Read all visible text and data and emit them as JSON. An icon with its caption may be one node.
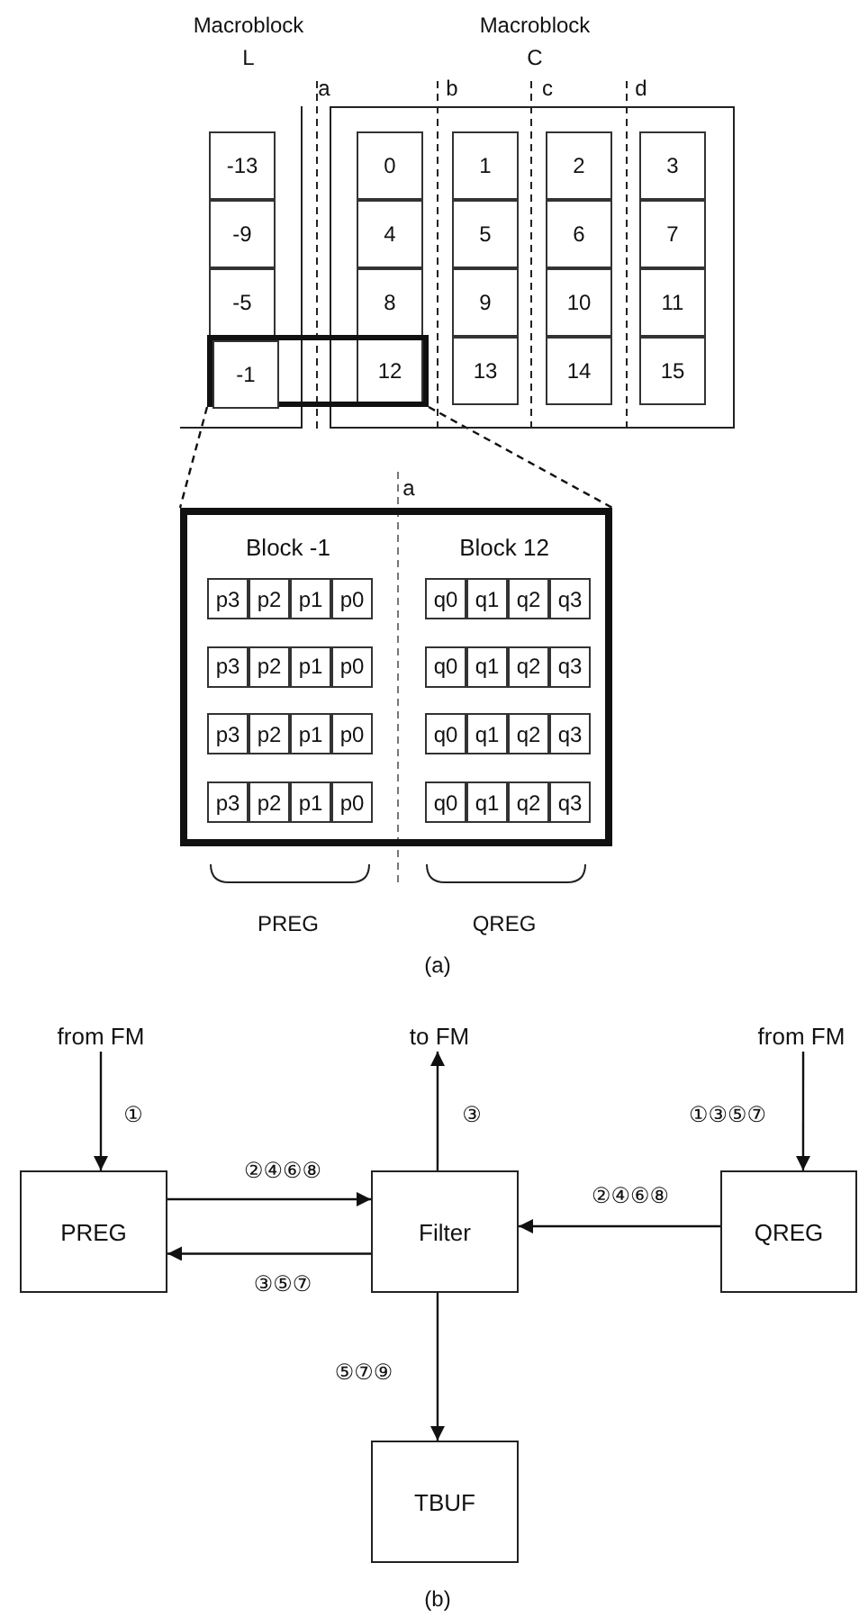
{
  "diagram": {
    "nodes": [
      {
        "text": [
          "Macroblock L"
        ]
      },
      {
        "text": [
          "-13"
        ],
        "in": 0
      },
      {
        "text": [
          "-9"
        ],
        "in": 0
      },
      {
        "text": [
          "-5"
        ],
        "in": 0
      },
      {
        "text": [
          "-1"
        ],
        "in": 22
      },
      {
        "text": [
          "Macroblock C"
        ]
      },
      {
        "text": [
          "0"
        ],
        "in": 5
      },
      {
        "text": [
          "1"
        ],
        "in": 5
      },
      {
        "text": [
          "2"
        ],
        "in": 5
      },
      {
        "text": [
          "3"
        ],
        "in": 5
      },
      {
        "text": [
          "4"
        ],
        "in": 5
      },
      {
        "text": [
          "5"
        ],
        "in": 5
      },
      {
        "text": [
          "6"
        ],
        "in": 5
      },
      {
        "text": [
          "7"
        ],
        "in": 5
      },
      {
        "text": [
          "8"
        ],
        "in": 5
      },
      {
        "text": [
          "9"
        ],
        "in": 5
      },
      {
        "text": [
          "10"
        ],
        "in": 5
      },
      {
        "text": [
          "11"
        ],
        "in": 5
      },
      {
        "text": [
          "12"
        ]
      },
      {
        "text": [
          "13"
        ],
        "in": 5
      },
      {
        "text": [
          "14"
        ],
        "in": 5
      },
      {
        "text": [
          "15"
        ],
        "in": 5
      },
      {
        "text": [],
        "shape": "box"
      },
      {
        "text": [
          "Block -1",
          "Block 12"
        ]
      },
      {
        "text": [
          "p3"
        ],
        "in": 23
      },
      {
        "text": [
          "p2"
        ],
        "in": 23
      },
      {
        "text": [
          "p1"
        ],
        "in": 23
      },
      {
        "text": [
          "p0"
        ],
        "in": 23
      },
      {
        "text": [
          "q0"
        ],
        "in": 23
      },
      {
        "text": [
          "q1"
        ],
        "in": 23
      },
      {
        "text": [
          "q2"
        ],
        "in": 23
      },
      {
        "text": [
          "q3"
        ],
        "in": 23
      },
      {
        "text": [
          "p3"
        ],
        "in": 23
      },
      {
        "text": [
          "p2"
        ],
        "in": 23
      },
      {
        "text": [
          "p1"
        ],
        "in": 23
      },
      {
        "text": [
          "p0"
        ],
        "in": 23
      },
      {
        "text": [
          "q0"
        ],
        "in": 23
      },
      {
        "text": [
          "q1"
        ],
        "in": 23
      },
      {
        "text": [
          "q2"
        ],
        "in": 23
      },
      {
        "text": [
          "q3"
        ],
        "in": 23
      },
      {
        "text": [
          "p3"
        ],
        "in": 23
      },
      {
        "text": [
          "p2"
        ],
        "in": 23
      },
      {
        "text": [
          "p1"
        ],
        "in": 23
      },
      {
        "text": [
          "p0"
        ],
        "in": 23
      },
      {
        "text": [
          "q0"
        ],
        "in": 23
      },
      {
        "text": [
          "q1"
        ],
        "in": 23
      },
      {
        "text": [
          "q2"
        ],
        "in": 23
      },
      {
        "text": [
          "q3"
        ],
        "in": 23
      },
      {
        "text": [
          "p3"
        ],
        "in": 23
      },
      {
        "text": [
          "p2"
        ],
        "in": 23
      },
      {
        "text": [
          "p1"
        ],
        "in": 23
      },
      {
        "text": [
          "p0"
        ],
        "in": 23
      },
      {
        "text": [
          "q0"
        ],
        "in": 23
      },
      {
        "text": [
          "q1"
        ],
        "in": 23
      },
      {
        "text": [
          "q2"
        ],
        "in": 23
      },
      {
        "text": [
          "q3"
        ],
        "in": 23
      },
      {
        "text": [
          "from FM"
        ]
      },
      {
        "text": [
          "to FM"
        ]
      },
      {
        "text": [
          "from FM"
        ]
      },
      {
        "text": [
          "PREG"
        ]
      },
      {
        "text": [
          "Filter"
        ]
      },
      {
        "text": [
          "QREG"
        ]
      },
      {
        "text": [
          "TBUF"
        ]
      }
    ],
    "edges": [
      {
        "from": 22,
        "to": 23,
        "arrow": "none",
        "style": "dashed"
      },
      {
        "from": 22,
        "to": 23,
        "arrow": "none",
        "style": "dashed"
      },
      {
        "from": 56,
        "to": 59,
        "arrow": "to",
        "label": "①"
      },
      {
        "from": 59,
        "to": 60,
        "arrow": "to",
        "label": "②④⑥⑧"
      },
      {
        "from": 60,
        "to": 59,
        "arrow": "to",
        "label": "③⑤⑦"
      },
      {
        "from": 60,
        "to": 57,
        "arrow": "to",
        "label": "③"
      },
      {
        "from": 58,
        "to": 61,
        "arrow": "to",
        "label": "①③⑤⑦"
      },
      {
        "from": 61,
        "to": 60,
        "arrow": "to",
        "label": "②④⑥⑧"
      },
      {
        "from": 60,
        "to": 62,
        "arrow": "to",
        "label": "⑤⑦⑨"
      }
    ],
    "labels": [
      "a",
      "b",
      "c",
      "d",
      "a",
      "PREG",
      "QREG",
      "(a)",
      "(b)"
    ]
  }
}
